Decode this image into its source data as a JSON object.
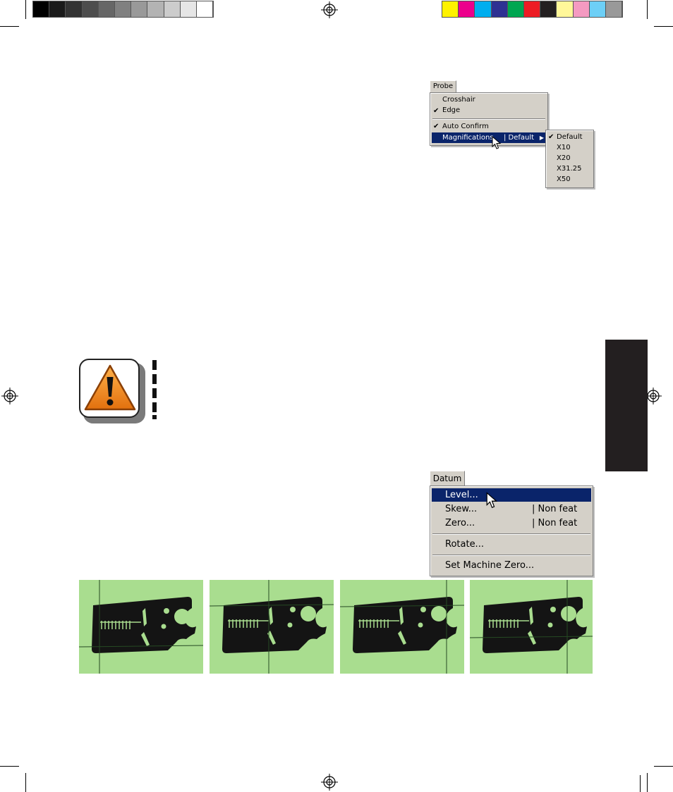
{
  "colors": {
    "gray_swatches": [
      "#000000",
      "#1a1a1a",
      "#333333",
      "#4d4d4d",
      "#666666",
      "#808080",
      "#999999",
      "#b3b3b3",
      "#cccccc",
      "#e6e6e6",
      "#ffffff"
    ],
    "color_swatches": [
      "#fff200",
      "#ec008c",
      "#00aeef",
      "#2e3192",
      "#00a651",
      "#ed1c24",
      "#231f20",
      "#fff799",
      "#f49ac1",
      "#6dcff6",
      "#999999"
    ],
    "menu_bg": "#d4d0c8",
    "menu_highlight": "#0a246a",
    "thumbnail_bg": "#a9dd8f",
    "warning_orange": "#f28c1e"
  },
  "probe_menu": {
    "title": "Probe",
    "items": [
      {
        "label": "Crosshair",
        "checked": false
      },
      {
        "label": "Edge",
        "checked": true
      },
      {
        "label": "Auto Confirm",
        "checked": true
      },
      {
        "label": "Magnifications",
        "value": "| Default",
        "selected": true
      }
    ],
    "submenu": [
      "Default",
      "X10",
      "X20",
      "X31.25",
      "X50"
    ],
    "submenu_checked": "Default"
  },
  "datum_menu": {
    "title": "Datum",
    "items": [
      {
        "label": "Level...",
        "value": "",
        "selected": true
      },
      {
        "label": "Skew...",
        "value": "| Non feat"
      },
      {
        "label": "Zero...",
        "value": "| Non feat"
      },
      {
        "label": "Rotate...",
        "value": ""
      },
      {
        "label": "Set Machine Zero...",
        "value": ""
      }
    ]
  },
  "icons": {
    "warning": "warning-triangle-icon",
    "cursor": "mouse-pointer-icon",
    "registration": "registration-mark-icon"
  }
}
